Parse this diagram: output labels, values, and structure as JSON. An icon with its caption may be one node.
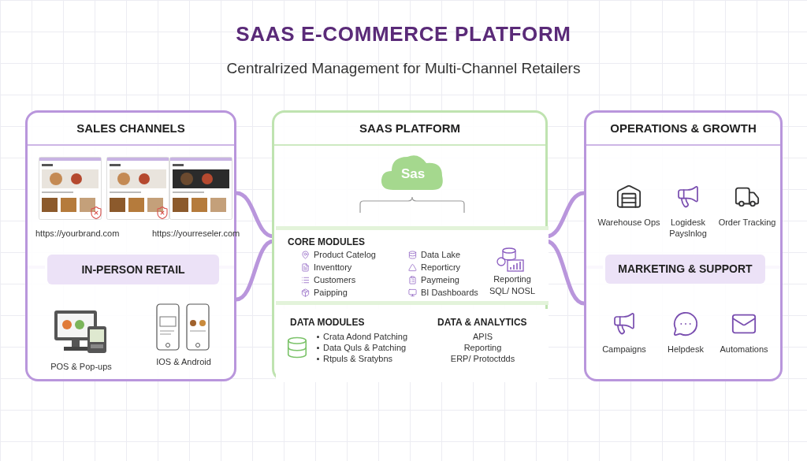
{
  "diagram": {
    "title": "SAAS E-COMMERCE PLATFORM",
    "caption": "Centralrized Management for Multi-Channel Retailers",
    "nodes": [
      {
        "text": [
          "SALES CHANNELS",
          "https://yourbrand.com",
          "https://yourreseler.com",
          "POS & Pop-ups",
          "IOS & Android"
        ]
      },
      {
        "text": [
          "IN-PERSON RETAIL"
        ],
        "in": 0
      },
      {
        "text": [
          "SAAS PLATFORM"
        ]
      },
      {
        "text": [
          "Sas"
        ],
        "in": 2
      },
      {
        "text": [
          "CORE MODULES",
          "Product Catelog",
          "Inventtory",
          "Customers",
          "Paipping",
          "Data Lake",
          "Reporticry",
          "Paymeing",
          "BI Dashboards",
          "Reporting",
          "SQL/ NOSL"
        ],
        "in": 2
      },
      {
        "text": [
          "DATA MODULES",
          "Crata Adond Patching",
          "Data Quls & Patching",
          "Rtpuls & Sratybns",
          "DATA & ANALYTICS",
          "APIS",
          "Reporting",
          "ERP/ Protoctdds"
        ],
        "in": 2
      },
      {
        "text": [
          "OPERATIONS & GROWTH",
          "Warehouse Ops",
          "Logidesk Payslnlog",
          "Order Tracking",
          "Campaigns",
          "Helpdesk",
          "Automations"
        ]
      },
      {
        "text": [
          "MARKETING & SUPPORT"
        ],
        "in": 6
      }
    ],
    "edges": [
      {
        "from": 0,
        "to": 4,
        "arrow": "none"
      },
      {
        "from": 0,
        "to": 4,
        "arrow": "none"
      },
      {
        "from": 4,
        "to": 6,
        "arrow": "none"
      },
      {
        "from": 4,
        "to": 6,
        "arrow": "none"
      }
    ]
  }
}
